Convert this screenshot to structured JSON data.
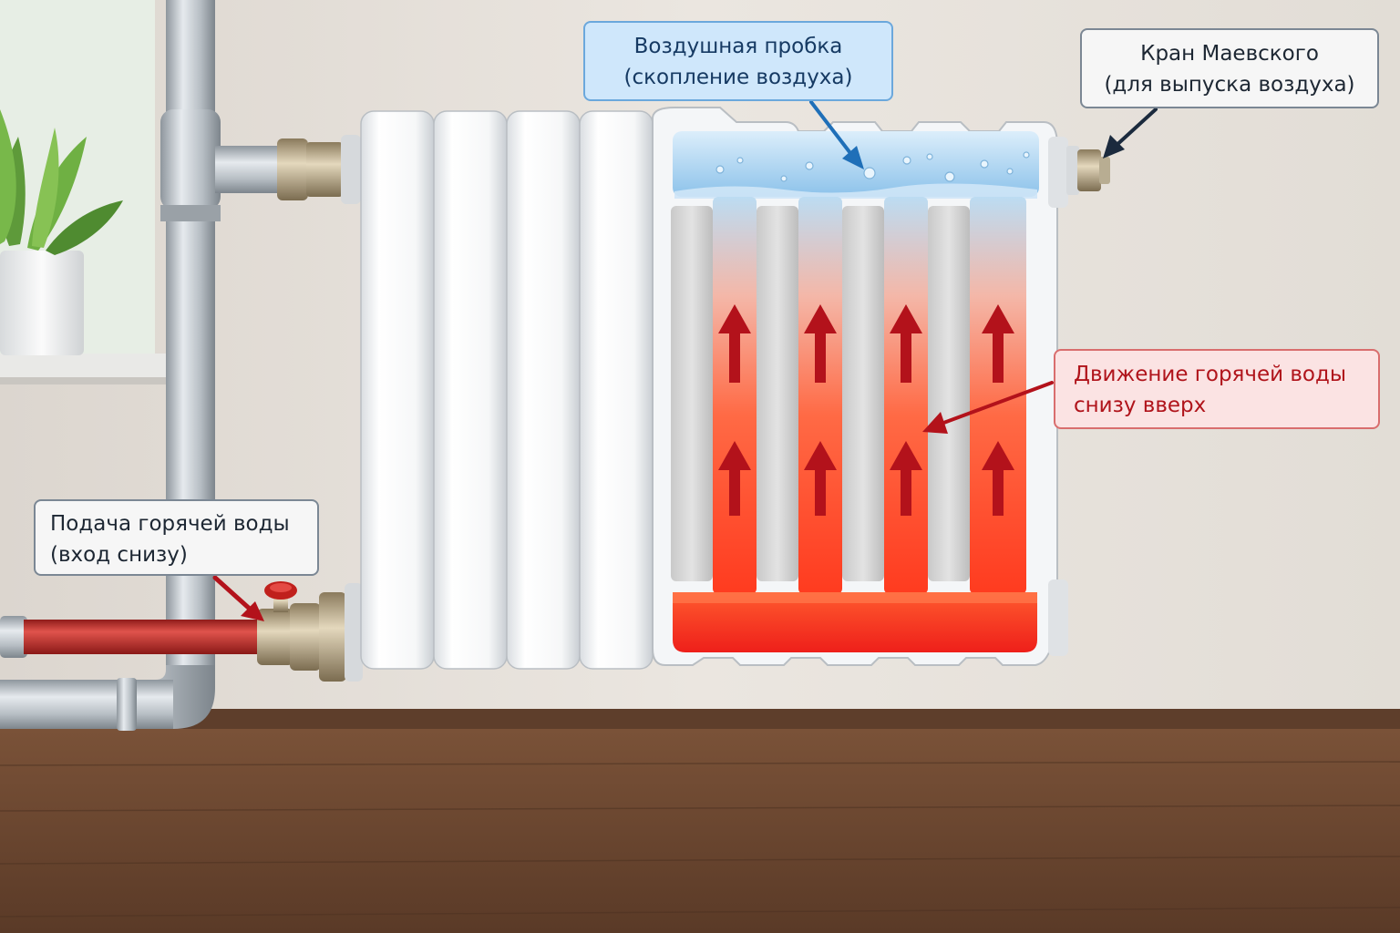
{
  "labels": {
    "air_lock": {
      "line1": "Воздушная пробка",
      "line2": "(скопление воздуха)"
    },
    "mayevsky_valve": {
      "line1": "Кран Маевского",
      "line2": "(для выпуска воздуха)"
    },
    "hot_water_flow": {
      "line1": "Движение горячей воды",
      "line2": "снизу вверх"
    },
    "hot_water_supply": {
      "line1": "Подача горячей воды",
      "line2": "(вход снизу)"
    }
  },
  "colors": {
    "hot_water": "#ff3b1f",
    "air": "#a9d3f2",
    "flow_arrow": "#b3121b",
    "air_arrow": "#1f6fb8",
    "valve_arrow": "#1b2a3d",
    "supply_pipe": "#c8302c",
    "floor": "#6e4a33",
    "wall": "#e7e2dc"
  }
}
